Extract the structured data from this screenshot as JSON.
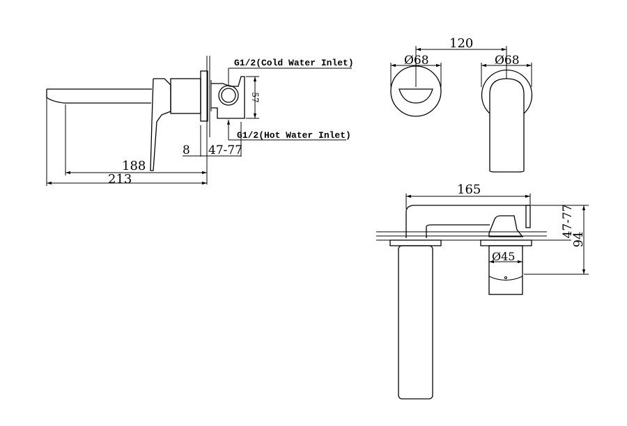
{
  "side_view": {
    "cold_inlet_label": "G1/2(Cold Water Inlet)",
    "hot_inlet_label": "G1/2(Hot Water Inlet)",
    "dim_inlet_spacing": "57",
    "dim_plate": "8",
    "dim_wall_depth": "47-77",
    "dim_spout_reach": "188",
    "dim_total_length": "213"
  },
  "front_view": {
    "dim_centers": "120",
    "dim_left_plate_diameter": "Ø68",
    "dim_right_plate_diameter": "Ø68"
  },
  "top_view": {
    "dim_length": "165",
    "dim_wall_depth": "47-77",
    "dim_height": "94",
    "dim_cartridge_diameter": "Ø45"
  }
}
